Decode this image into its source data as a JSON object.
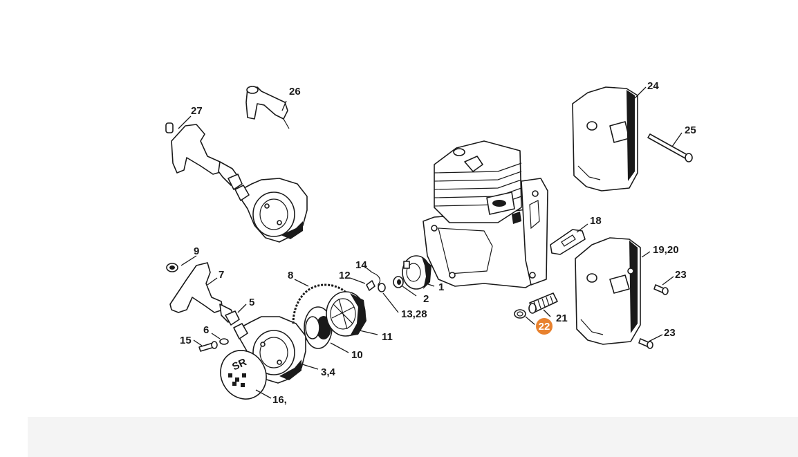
{
  "diagram": {
    "highlight_color": "#e8822f",
    "callouts": [
      {
        "id": "c26",
        "label": "26"
      },
      {
        "id": "c27",
        "label": "27"
      },
      {
        "id": "c24",
        "label": "24"
      },
      {
        "id": "c25",
        "label": "25"
      },
      {
        "id": "c18",
        "label": "18"
      },
      {
        "id": "c1920",
        "label": "19,20"
      },
      {
        "id": "c23a",
        "label": "23"
      },
      {
        "id": "c23b",
        "label": "23"
      },
      {
        "id": "c21",
        "label": "21"
      },
      {
        "id": "c22",
        "label": "22",
        "highlighted": true
      },
      {
        "id": "c9",
        "label": "9"
      },
      {
        "id": "c7",
        "label": "7"
      },
      {
        "id": "c5",
        "label": "5"
      },
      {
        "id": "c6",
        "label": "6"
      },
      {
        "id": "c15",
        "label": "15"
      },
      {
        "id": "c8",
        "label": "8"
      },
      {
        "id": "c12",
        "label": "12"
      },
      {
        "id": "c14",
        "label": "14"
      },
      {
        "id": "c2",
        "label": "2"
      },
      {
        "id": "c1",
        "label": "1"
      },
      {
        "id": "c1328",
        "label": "13,28"
      },
      {
        "id": "c11",
        "label": "11"
      },
      {
        "id": "c10",
        "label": "10"
      },
      {
        "id": "c34",
        "label": "3,4"
      },
      {
        "id": "c16",
        "label": "16,"
      }
    ],
    "starter_cover_text": "SR"
  }
}
